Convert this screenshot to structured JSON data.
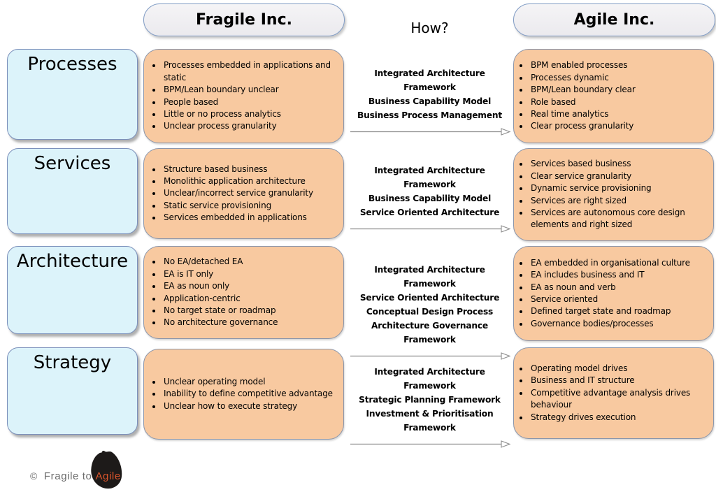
{
  "header": {
    "fragile_title": "Fragile Inc.",
    "how_title": "How?",
    "agile_title": "Agile Inc."
  },
  "rows": [
    {
      "label": "Processes",
      "fragile": [
        "Processes embedded in applications and static",
        "BPM/Lean boundary unclear",
        "People based",
        "Little or no process analytics",
        "Unclear process granularity"
      ],
      "how": [
        "Integrated Architecture Framework",
        "Business Capability Model",
        "Business Process Management"
      ],
      "agile": [
        "BPM enabled processes",
        "Processes dynamic",
        "BPM/Lean boundary clear",
        "Role based",
        "Real time analytics",
        "Clear process granularity"
      ]
    },
    {
      "label": "Services",
      "fragile": [
        "Structure based business",
        "Monolithic application architecture",
        "Unclear/incorrect service granularity",
        "Static service provisioning",
        "Services embedded in applications"
      ],
      "how": [
        "Integrated Architecture Framework",
        "Business Capability Model",
        "Service Oriented Architecture"
      ],
      "agile": [
        "Services based business",
        "Clear service granularity",
        "Dynamic service provisioning",
        "Services are right sized",
        "Services are autonomous core design elements and right sized"
      ]
    },
    {
      "label": "Architecture",
      "fragile": [
        "No EA/detached EA",
        "EA is IT only",
        "EA as noun only",
        "Application-centric",
        "No target state or roadmap",
        "No architecture governance"
      ],
      "how": [
        "Integrated Architecture Framework",
        "Service Oriented Architecture",
        "Conceptual Design Process",
        "Architecture Governance Framework"
      ],
      "agile": [
        "EA embedded in organisational culture",
        "EA includes business and IT",
        "EA as noun and verb",
        "Service oriented",
        "Defined target state and roadmap",
        "Governance bodies/processes"
      ]
    },
    {
      "label": "Strategy",
      "fragile": [
        "Unclear operating model",
        "Inability to define competitive advantage",
        "Unclear how to execute strategy"
      ],
      "how": [
        "Integrated Architecture Framework",
        "Strategic Planning Framework",
        "Investment & Prioritisation Framework"
      ],
      "agile": [
        "Operating model drives",
        "Business and IT structure",
        "Competitive advantage analysis drives behaviour",
        "Strategy drives execution"
      ]
    }
  ],
  "footer": {
    "copyright_symbol": "©",
    "brand_gray": "Fragile to",
    "brand_orange": "Agile"
  },
  "colors": {
    "fragile_agile_box_fill": "#f8c9a0",
    "label_box_fill": "#dcf3fa",
    "header_pill_fill": "#f2f1f3",
    "box_border": "#8b96ab",
    "label_border": "#7b90bb",
    "header_border": "#7f9bc4",
    "arrow_gray": "#8c8c8c",
    "brand_orange": "#d9542b",
    "brand_gray": "#6b6b6b"
  }
}
